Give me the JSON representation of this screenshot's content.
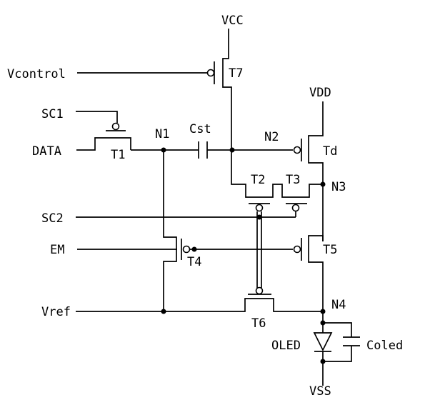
{
  "diagram": {
    "supplies": {
      "vcc": "VCC",
      "vdd": "VDD",
      "vss": "VSS"
    },
    "inputs": {
      "vcontrol": "Vcontrol",
      "sc1": "SC1",
      "data": "DATA",
      "sc2": "SC2",
      "em": "EM",
      "vref": "Vref"
    },
    "nodes": {
      "n1": "N1",
      "n2": "N2",
      "n3": "N3",
      "n4": "N4"
    },
    "transistors": {
      "t1": "T1",
      "t2": "T2",
      "t3": "T3",
      "t4": "T4",
      "t5": "T5",
      "t6": "T6",
      "t7": "T7",
      "td": "Td"
    },
    "passives": {
      "cst": "Cst",
      "coled": "Coled",
      "oled": "OLED"
    }
  }
}
